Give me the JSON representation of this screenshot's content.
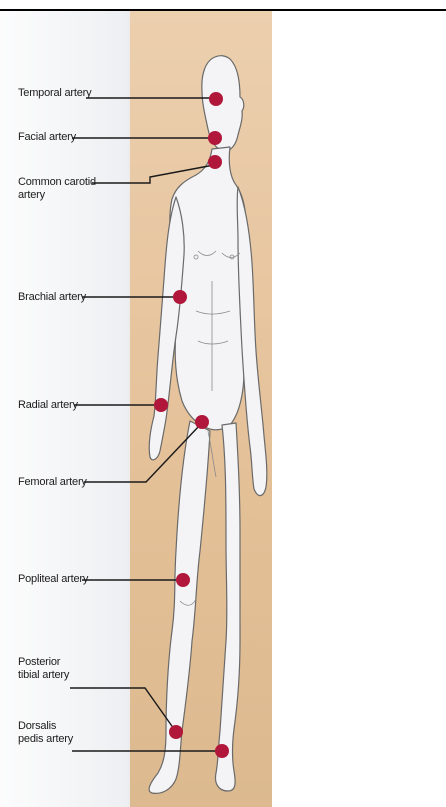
{
  "labels": {
    "temporal": "Temporal artery",
    "facial": "Facial artery",
    "carotid_1": "Common carotid",
    "carotid_2": "artery",
    "brachial": "Brachial artery",
    "radial": "Radial artery",
    "femoral": "Femoral artery",
    "popliteal": "Popliteal artery",
    "posterior_1": "Posterior",
    "posterior_2": "tibial artery",
    "dorsalis_1": "Dorsalis",
    "dorsalis_2": "pedis artery"
  },
  "colors": {
    "pulse_point": "#b0173a",
    "body_fill": "#f4f4f6",
    "outline": "#6a6a6a"
  }
}
